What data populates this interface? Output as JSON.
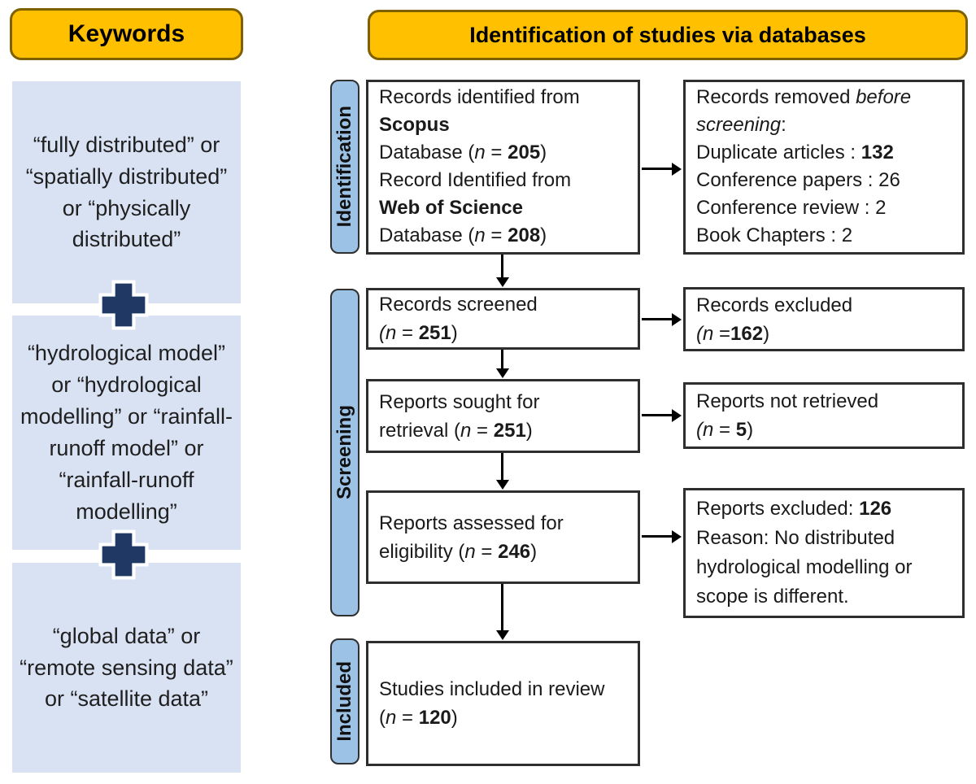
{
  "colors": {
    "header_fill": "#FFC000",
    "header_border": "#7F6000",
    "keyword_fill": "#D9E2F3",
    "stage_fill": "#9CC2E5",
    "stage_border": "#303030",
    "box_border": "#2E2E2E",
    "plus": "#1F3864",
    "arrow": "#000000"
  },
  "icons": {
    "plus": "plus-cross",
    "flow_arrow": "solid-black-arrow"
  },
  "keywords_panel": {
    "header": "Keywords",
    "box1": "“fully distributed” or “spatially distributed” or “physically distributed”",
    "box2": "“hydrological model” or “hydrological modelling” or “rainfall-runoff model” or “rainfall-runoff modelling”",
    "box3": "“global data” or “remote sensing data” or “satellite data”"
  },
  "flow_panel": {
    "header": "Identification of studies via databases",
    "stages": {
      "identification": "Identification",
      "screening": "Screening",
      "included": "Included"
    },
    "identified": {
      "l1": "Records identified from",
      "l2_bold": "Scopus",
      "l3_pre": "Database (",
      "l3_n": "n",
      "l3_mid": " = ",
      "l3_val": "205",
      "l3_post": ")",
      "l4": "Record Identified from",
      "l5_bold": "Web of Science",
      "l6_pre": "Database (",
      "l6_n": "n",
      "l6_mid": " = ",
      "l6_val": "208",
      "l6_post": ")"
    },
    "removed": {
      "l1_pre": "Records removed ",
      "l1_it": "before",
      "l2_it": "screening",
      "l2_post": ":",
      "l3_pre": "Duplicate articles : ",
      "l3_val": "132",
      "l4": "Conference papers : 26",
      "l5": "Conference review : 2",
      "l6": "Book Chapters : 2"
    },
    "screened": {
      "l1": "Records screened",
      "l2_it": "(n",
      "l2_mid": " = ",
      "l2_val": "251",
      "l2_post": ")"
    },
    "excluded": {
      "l1": "Records excluded",
      "l2_it": "(n",
      "l2_mid": " =",
      "l2_val": "162",
      "l2_post": ")"
    },
    "sought": {
      "l1": "Reports sought for",
      "l2_pre": "retrieval (",
      "l2_n": "n",
      "l2_mid": " = ",
      "l2_val": "251",
      "l2_post": ")"
    },
    "not_retrieved": {
      "l1": "Reports not retrieved",
      "l2_it": "(n",
      "l2_mid": " = ",
      "l2_val": "5",
      "l2_post": ")"
    },
    "assessed": {
      "l1": "Reports assessed for",
      "l2_pre": "eligibility (",
      "l2_n": "n",
      "l2_mid": " = ",
      "l2_val": "246",
      "l2_post": ")"
    },
    "reports_excluded": {
      "l1_pre": "Reports excluded: ",
      "l1_val": "126",
      "l2": "Reason: No distributed",
      "l3": "hydrological modelling or",
      "l4": "scope is different."
    },
    "included_box": {
      "l1": "Studies included in review",
      "l2_pre": "(",
      "l2_n": "n",
      "l2_mid": " = ",
      "l2_val": "120",
      "l2_post": ")"
    }
  }
}
